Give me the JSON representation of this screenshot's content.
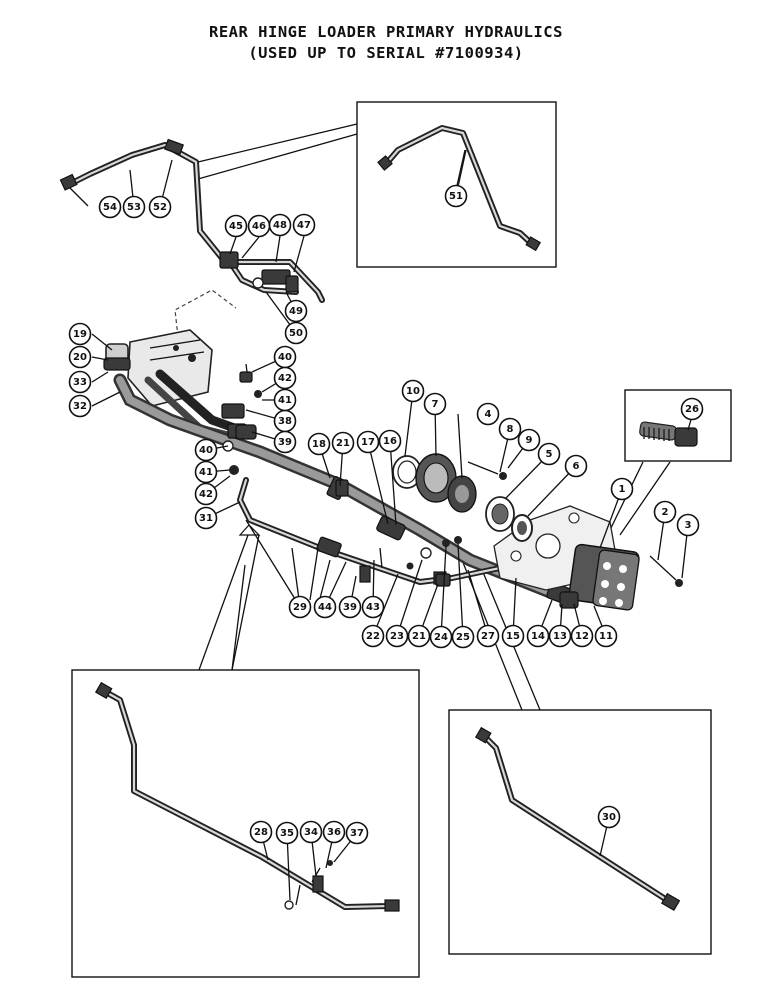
{
  "title": {
    "line1": "REAR HINGE LOADER PRIMARY HYDRAULICS",
    "line2": "(USED UP TO SERIAL #7100934)"
  },
  "callouts": [
    "1",
    "2",
    "3",
    "4",
    "5",
    "6",
    "7",
    "8",
    "9",
    "10",
    "11",
    "12",
    "13",
    "14",
    "15",
    "16",
    "17",
    "18",
    "19",
    "20",
    "21",
    "22",
    "23",
    "24",
    "25",
    "26",
    "27",
    "28",
    "29",
    "30",
    "31",
    "32",
    "33",
    "34",
    "35",
    "36",
    "37",
    "38",
    "39",
    "40",
    "41",
    "42",
    "43",
    "44",
    "45",
    "46",
    "47",
    "48",
    "49",
    "50",
    "51",
    "52",
    "53",
    "54"
  ]
}
